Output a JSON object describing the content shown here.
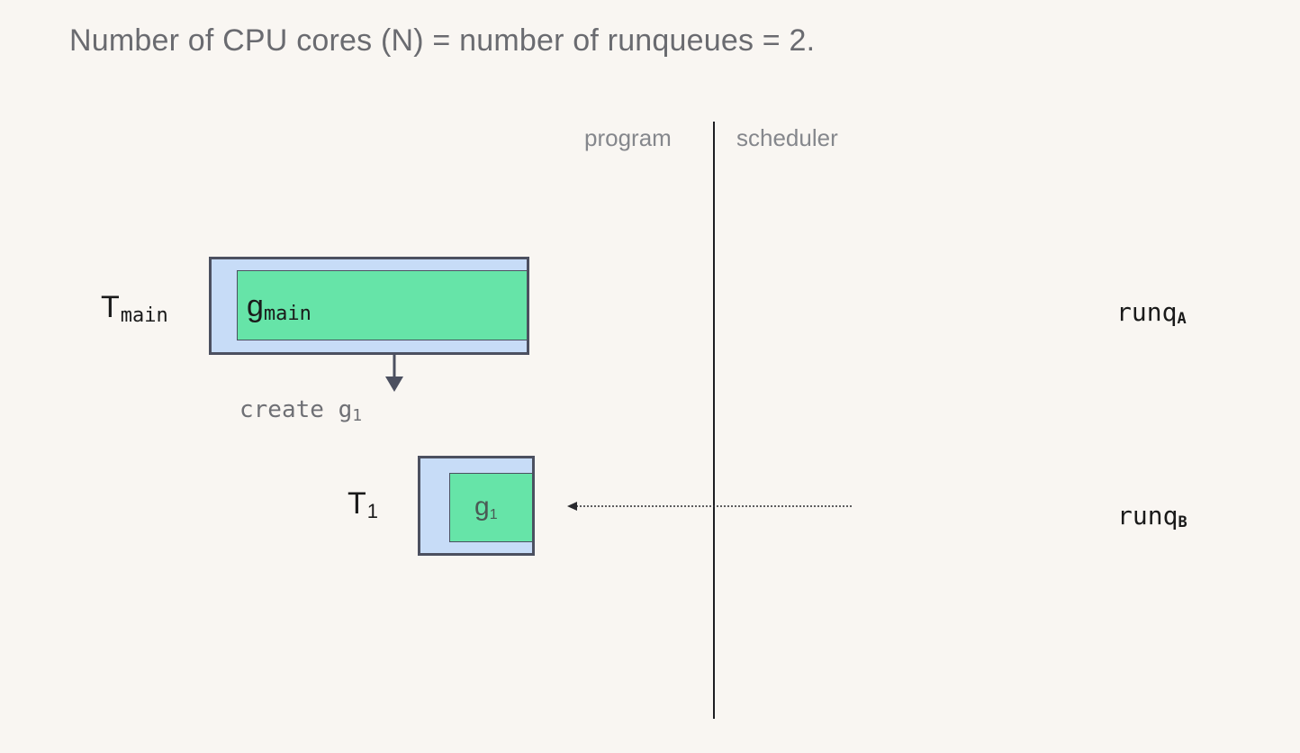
{
  "title": "Number of CPU cores (N) = number of runqueues = 2.",
  "columns": {
    "left": "program",
    "right": "scheduler"
  },
  "threads": {
    "main": {
      "base": "T",
      "sub": "main"
    },
    "one": {
      "base": "T",
      "sub": "1"
    }
  },
  "goroutines": {
    "main": {
      "base": "g",
      "sub": "main"
    },
    "one": {
      "base": "g",
      "sub": "1"
    }
  },
  "action": {
    "text": "create g",
    "sub": "1"
  },
  "runqueues": {
    "a": {
      "base": "runq",
      "sub": "A"
    },
    "b": {
      "base": "runq",
      "sub": "B"
    }
  },
  "colors": {
    "background": "#f9f6f2",
    "thread_fill": "#c7dcf7",
    "goroutine_fill": "#66e4a8",
    "outline": "#4c5060"
  }
}
